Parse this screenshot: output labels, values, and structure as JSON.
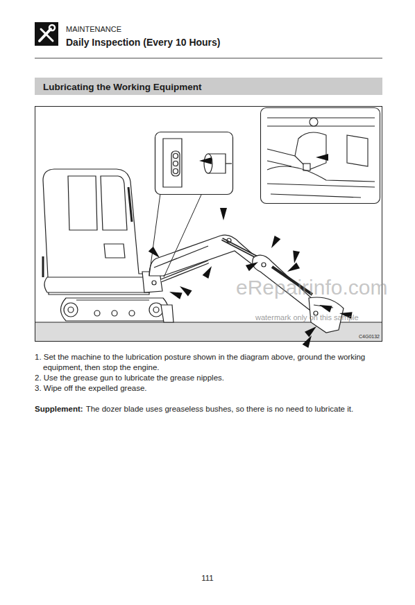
{
  "diagram": {
    "title": "Daily Inspection (Every 10 Hours)",
    "nodes": [
      {
        "text": [
          "Lubricating the Working Equipment"
        ]
      }
    ],
    "labels": [
      "MAINTENANCE",
      "eRepairinfo.com",
      "watermark only on this sample",
      "C4G0132",
      "1. Set the machine to the lubrication posture shown in the diagram above, ground the working equipment, then stop the engine.",
      "2. Use the grease gun to lubricate the grease nipples.",
      "3. Wipe off the expelled grease.",
      "Supplement:",
      "The dozer blade uses greaseless bushes, so there is no need to lubricate it.",
      "111"
    ]
  }
}
